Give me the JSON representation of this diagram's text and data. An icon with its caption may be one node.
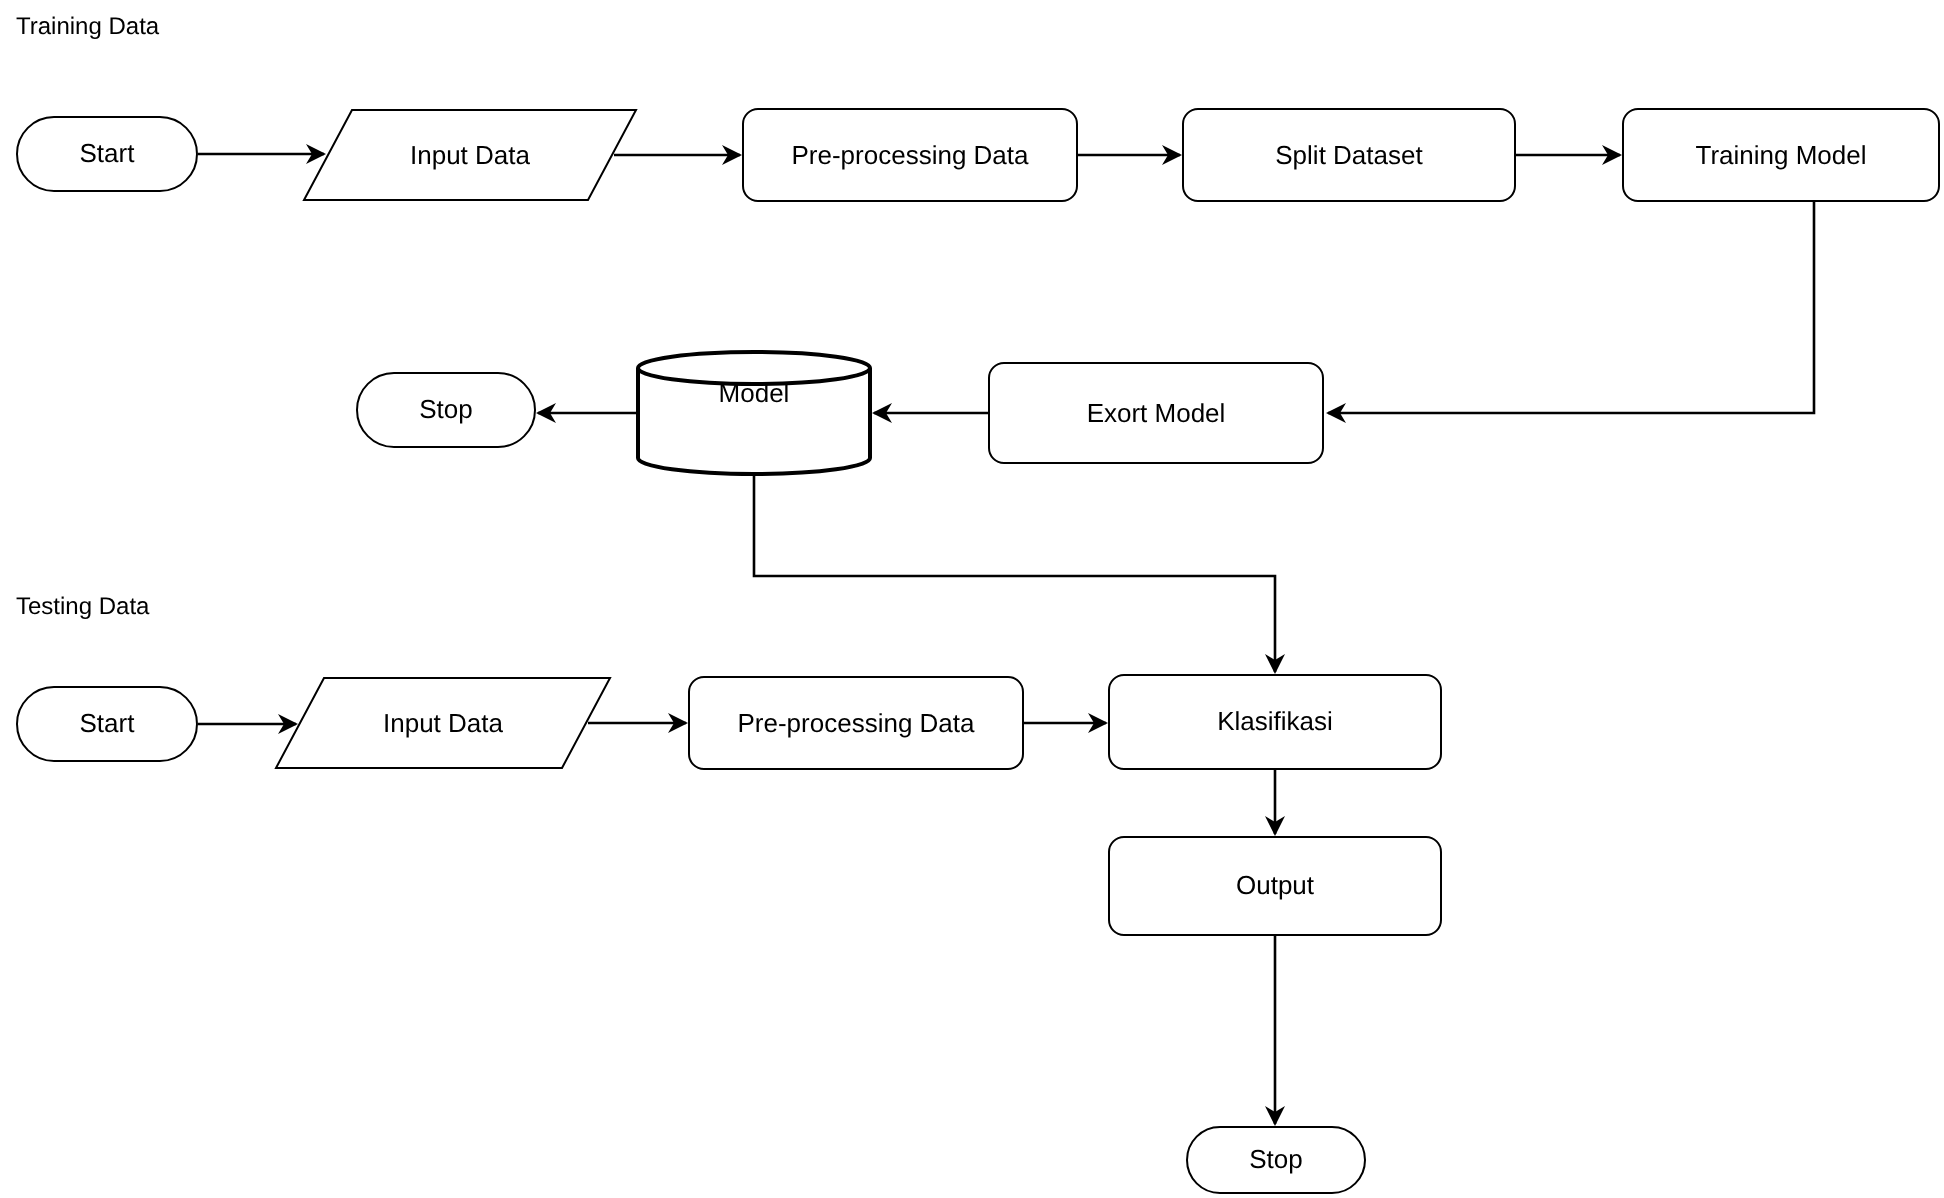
{
  "diagram": {
    "nodes": [
      {
        "text": [
          "Start"
        ]
      },
      {
        "text": [
          "Input Data"
        ]
      },
      {
        "text": [
          "Pre-processing Data"
        ]
      },
      {
        "text": [
          "Split Dataset"
        ]
      },
      {
        "text": [
          "Training Model"
        ]
      },
      {
        "text": [
          "Stop"
        ]
      },
      {
        "text": [
          "Model"
        ]
      },
      {
        "text": [
          "Exort Model"
        ]
      },
      {
        "text": [
          "Start"
        ]
      },
      {
        "text": [
          "Input Data"
        ]
      },
      {
        "text": [
          "Pre-processing Data"
        ]
      },
      {
        "text": [
          "Klasifikasi"
        ]
      },
      {
        "text": [
          "Output"
        ]
      },
      {
        "text": [
          "Stop"
        ]
      }
    ],
    "edges": [
      {
        "from": 0,
        "to": 1,
        "arrow": "to"
      },
      {
        "from": 1,
        "to": 2,
        "arrow": "to"
      },
      {
        "from": 2,
        "to": 3,
        "arrow": "to"
      },
      {
        "from": 3,
        "to": 4,
        "arrow": "to"
      },
      {
        "from": 4,
        "to": 7,
        "arrow": "to"
      },
      {
        "from": 7,
        "to": 6,
        "arrow": "to"
      },
      {
        "from": 6,
        "to": 5,
        "arrow": "to"
      },
      {
        "from": 6,
        "to": 11,
        "arrow": "to"
      },
      {
        "from": 8,
        "to": 9,
        "arrow": "to"
      },
      {
        "from": 9,
        "to": 10,
        "arrow": "to"
      },
      {
        "from": 10,
        "to": 11,
        "arrow": "to"
      },
      {
        "from": 11,
        "to": 12,
        "arrow": "to"
      },
      {
        "from": 12,
        "to": 13,
        "arrow": "to"
      }
    ],
    "labels": [
      "Training Data",
      "Testing Data"
    ]
  }
}
